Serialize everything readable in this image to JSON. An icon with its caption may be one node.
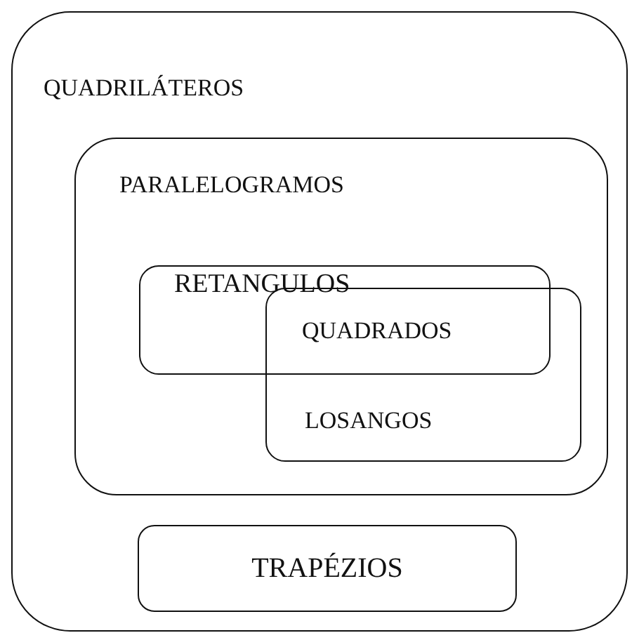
{
  "diagram": {
    "nodes": [
      {
        "text": [
          "QUADRILÁTEROS"
        ]
      },
      {
        "text": [
          "PARALELOGRAMOS"
        ],
        "in": 0
      },
      {
        "text": [
          "RETANGULOS"
        ],
        "in": 1
      },
      {
        "text": [
          "LOSANGOS"
        ],
        "in": 1
      },
      {
        "text": [
          "TRAPÉZIOS"
        ],
        "in": 0
      }
    ],
    "labels": [
      "QUADRADOS"
    ]
  }
}
